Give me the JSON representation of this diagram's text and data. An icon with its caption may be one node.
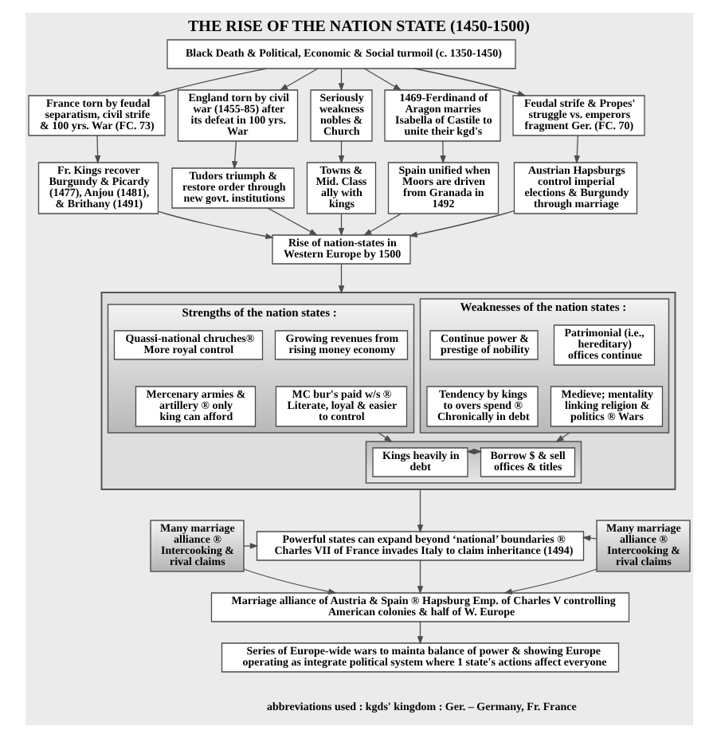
{
  "diagram": {
    "title": "THE RISE OF THE NATION STATE (1450-1500)",
    "nodes": [
      {
        "text": [
          "Black Death & Political, Economic & Social turmoil (c. 1350-1450)"
        ]
      },
      {
        "text": [
          "France torn by feudal separatism, civil strife & 100 yrs. War (FC. 73)"
        ]
      },
      {
        "text": [
          "England torn by civil war (1455-85) after its defeat in 100 yrs. War"
        ]
      },
      {
        "text": [
          "Seriously weakness nobles & Church"
        ]
      },
      {
        "text": [
          "1469-Ferdinand of Aragon marries Isabella of Castile to unite their kgd's"
        ]
      },
      {
        "text": [
          "Feudal strife & Propes' struggle vs. emperors fragment Ger. (FC. 70)"
        ]
      },
      {
        "text": [
          "Fr. Kings recover Burgundy & Picardy (1477), Anjou (1481), & Brithany (1491)"
        ]
      },
      {
        "text": [
          "Tudors triumph & restore order through new govt. institutions"
        ]
      },
      {
        "text": [
          "Towns & Mid. Class ally with kings"
        ]
      },
      {
        "text": [
          "Spain unified when Moors are driven from Granada in 1492"
        ]
      },
      {
        "text": [
          "Austrian Hapsburgs control imperial elections & Burgundy through marriage"
        ]
      },
      {
        "text": [
          "Rise of nation-states in Western Europe by 1500"
        ]
      },
      {
        "text": [],
        "shape": "box"
      },
      {
        "text": [
          "Strengths of the nation states :"
        ],
        "in": 12
      },
      {
        "text": [
          "Quassi-national chruches® More royal control"
        ],
        "in": 13
      },
      {
        "text": [
          "Growing revenues from rising money economy"
        ],
        "in": 13
      },
      {
        "text": [
          "Mercenary armies & artillery ® only king can afford"
        ],
        "in": 13
      },
      {
        "text": [
          "MC bur's paid w/s ® Literate, loyal & easier to control"
        ],
        "in": 13
      },
      {
        "text": [
          "Weaknesses of the nation states :"
        ],
        "in": 12
      },
      {
        "text": [
          "Continue power & prestige of nobility"
        ],
        "in": 18
      },
      {
        "text": [
          "Patrimonial (i.e., hereditary) offices continue"
        ],
        "in": 18
      },
      {
        "text": [
          "Tendency by kings to overs spend ® Chronically in debt"
        ],
        "in": 18
      },
      {
        "text": [
          "Medieve; mentality linking religion & politics ® Wars"
        ],
        "in": 18
      },
      {
        "text": [],
        "shape": "box",
        "in": 12
      },
      {
        "text": [
          "Kings heavily in debt"
        ],
        "in": 23
      },
      {
        "text": [
          "Borrow $ & sell offices & titles"
        ],
        "in": 23
      },
      {
        "text": [
          "Many marriage alliance ® Intercooking & rival claims"
        ]
      },
      {
        "text": [
          "Powerful states can expand beyond ‘national’ boundaries ® Charles VII of France invades Italy to claim inheritance (1494)"
        ]
      },
      {
        "text": [
          "Many marriage alliance ® Intercooking & rival claims"
        ]
      },
      {
        "text": [
          "Marriage alliance of Austria & Spain ® Hapsburg Emp. of Charles V controlling American colonies & half of W. Europe"
        ]
      },
      {
        "text": [
          "Series of Europe-wide wars to mainta balance of power & showing Europe operating as integrate political system where 1 state's actions affect everyone"
        ]
      }
    ],
    "edges": [
      {
        "from": 0,
        "to": 1,
        "arrow": "to"
      },
      {
        "from": 0,
        "to": 2,
        "arrow": "to"
      },
      {
        "from": 0,
        "to": 3,
        "arrow": "to"
      },
      {
        "from": 0,
        "to": 4,
        "arrow": "to"
      },
      {
        "from": 0,
        "to": 5,
        "arrow": "to"
      },
      {
        "from": 1,
        "to": 6,
        "arrow": "to"
      },
      {
        "from": 2,
        "to": 7,
        "arrow": "to"
      },
      {
        "from": 3,
        "to": 8,
        "arrow": "to"
      },
      {
        "from": 4,
        "to": 9,
        "arrow": "to"
      },
      {
        "from": 5,
        "to": 10,
        "arrow": "to"
      },
      {
        "from": 6,
        "to": 11,
        "arrow": "to"
      },
      {
        "from": 7,
        "to": 11,
        "arrow": "to"
      },
      {
        "from": 8,
        "to": 11,
        "arrow": "to"
      },
      {
        "from": 9,
        "to": 11,
        "arrow": "to"
      },
      {
        "from": 10,
        "to": 11,
        "arrow": "to"
      },
      {
        "from": 11,
        "to": 12,
        "arrow": "to"
      },
      {
        "from": 13,
        "to": 23,
        "arrow": "to"
      },
      {
        "from": 18,
        "to": 23,
        "arrow": "to"
      },
      {
        "from": 24,
        "to": 25,
        "arrow": "both"
      },
      {
        "from": 12,
        "to": 27,
        "arrow": "to"
      },
      {
        "from": 26,
        "to": 27,
        "arrow": "to"
      },
      {
        "from": 28,
        "to": 27,
        "arrow": "to"
      },
      {
        "from": 27,
        "to": 29,
        "arrow": "to"
      },
      {
        "from": 26,
        "to": 29,
        "arrow": "to"
      },
      {
        "from": 28,
        "to": 29,
        "arrow": "to"
      },
      {
        "from": 29,
        "to": 30,
        "arrow": "to"
      }
    ],
    "labels": [
      "abbreviations used : kgds' kingdom : Ger. – Germany, Fr. France"
    ]
  }
}
